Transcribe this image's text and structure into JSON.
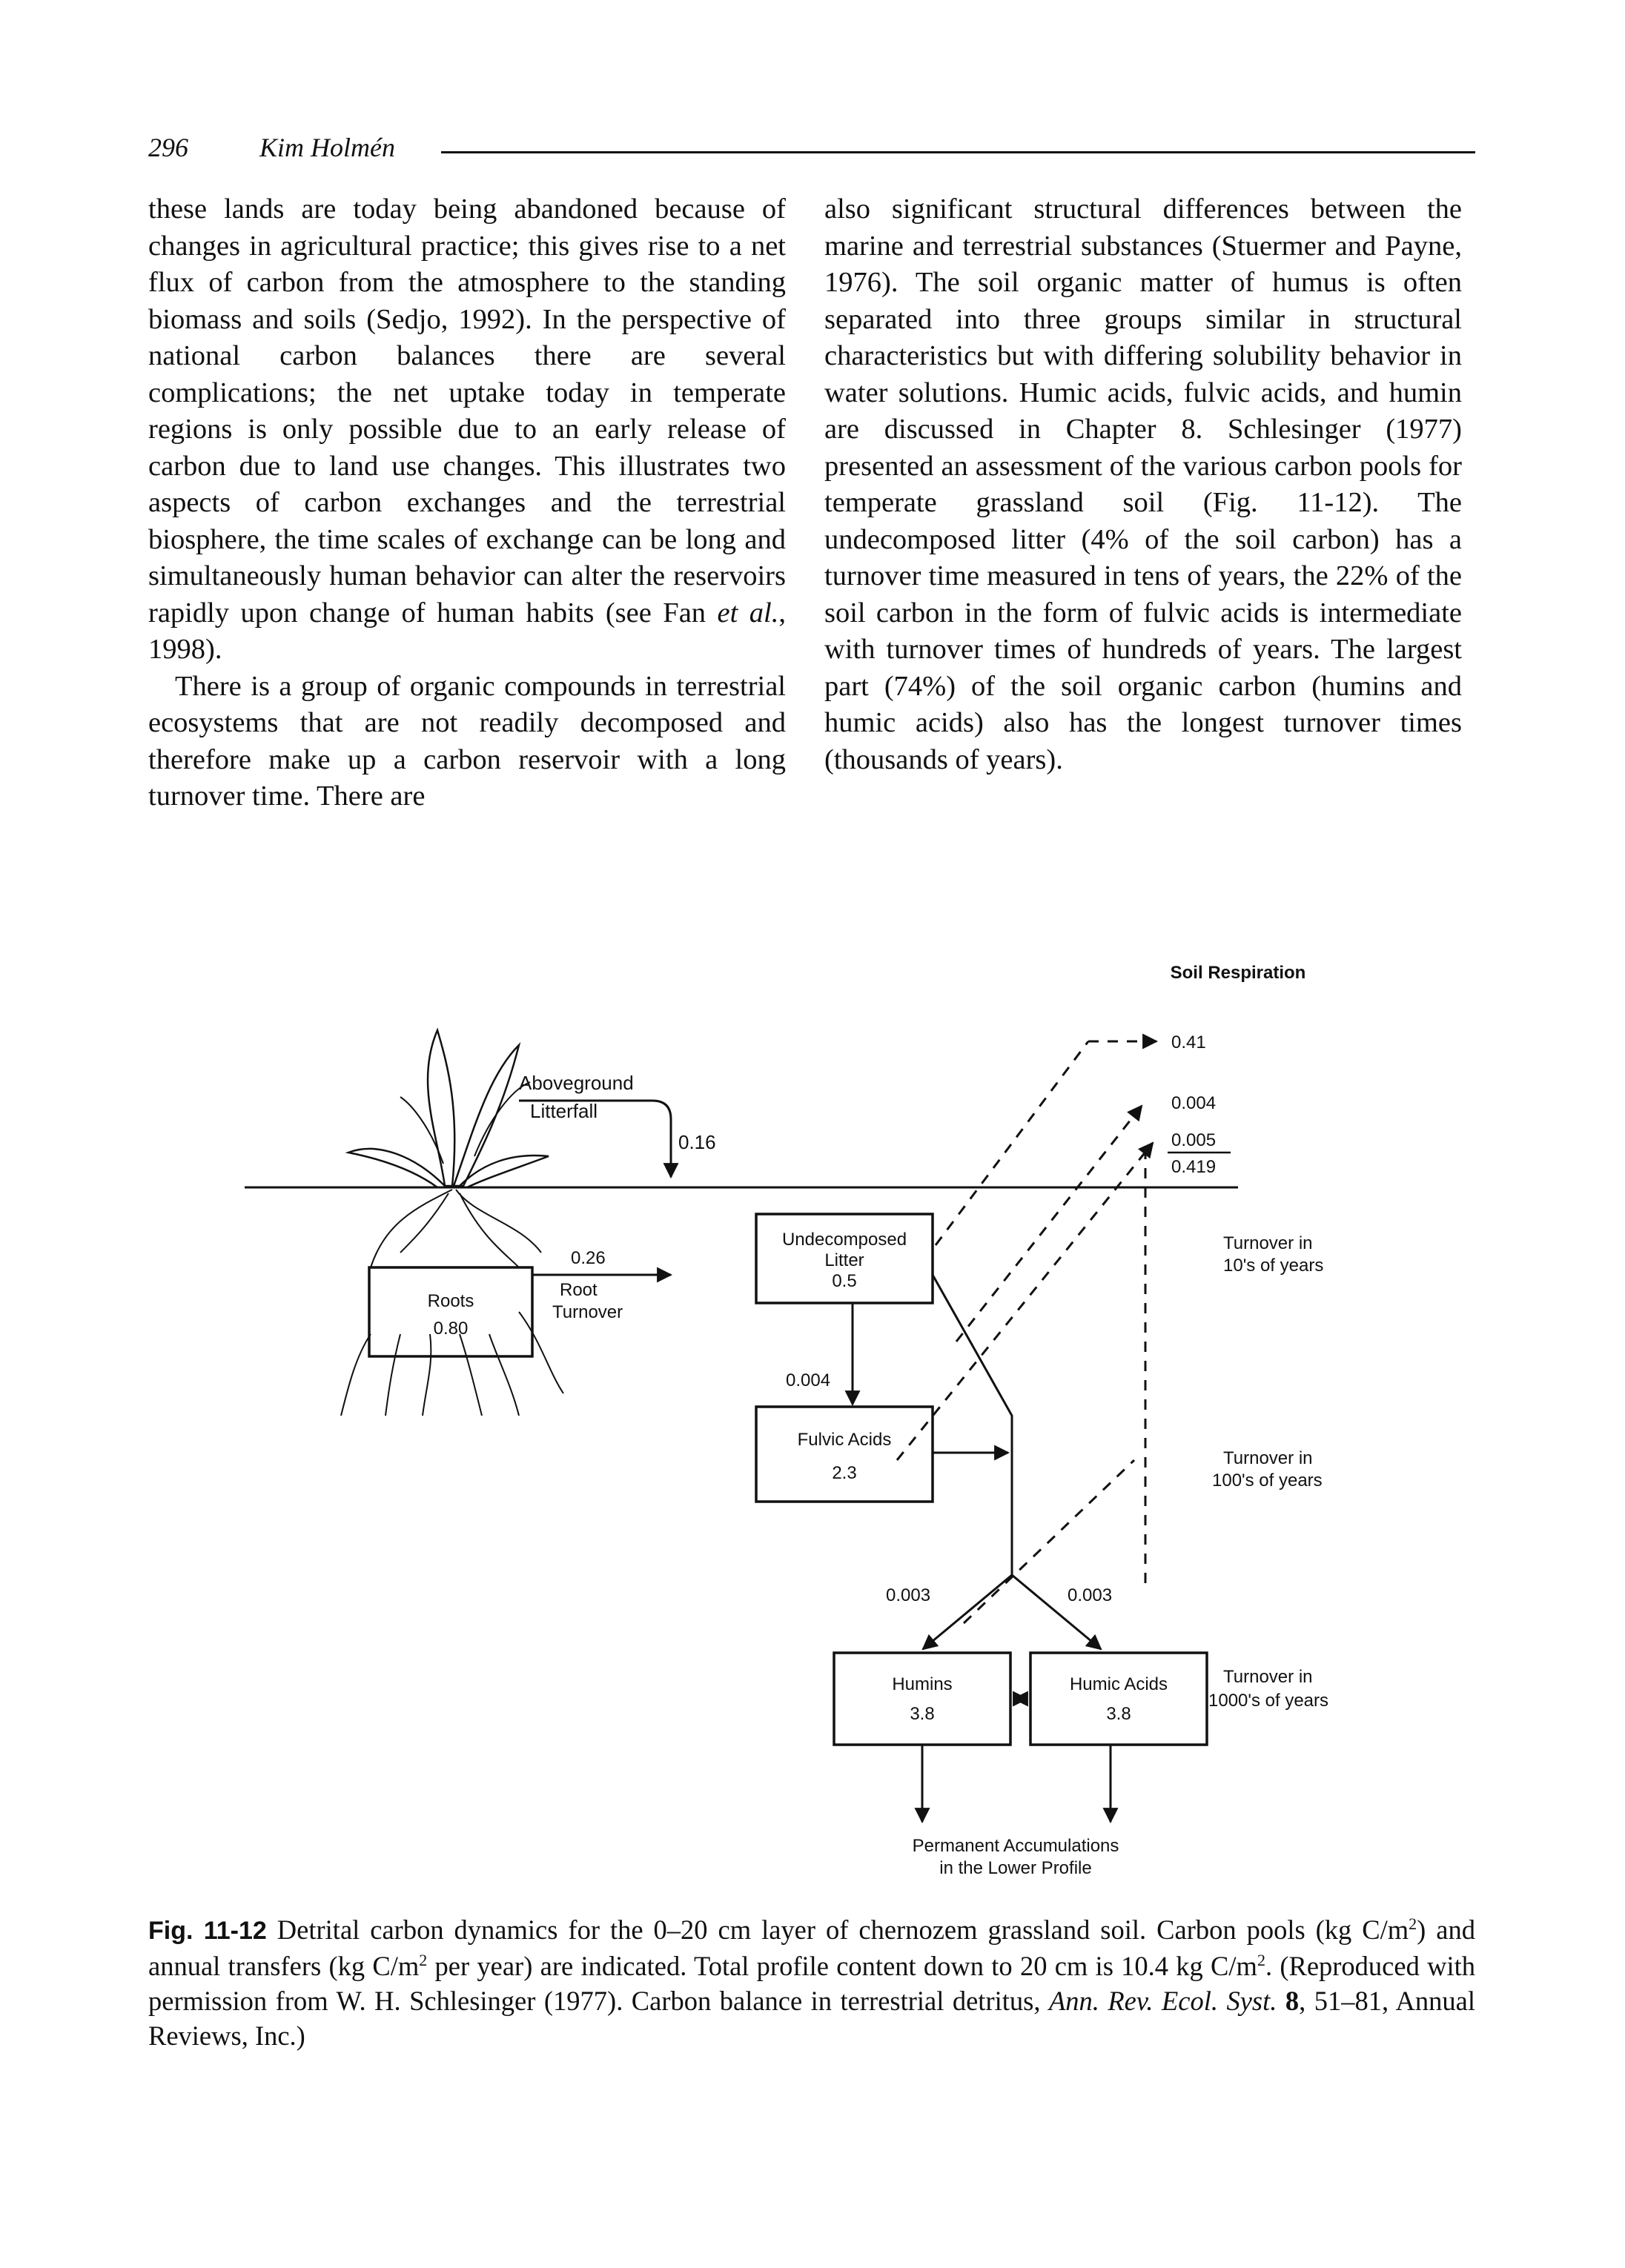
{
  "header": {
    "page_number": "296",
    "author": "Kim Holmén"
  },
  "left_column": {
    "p1": "these lands are today being abandoned because of changes in agricultural practice; this gives rise to a net flux of carbon from the atmosphere to the standing biomass and soils (Sedjo, 1992). In the perspective of national carbon balances there are several complications; the net uptake today in temperate regions is only possible due to an early release of carbon due to land use changes. This illustrates two aspects of carbon exchanges and the terrestrial biosphere, the time scales of exchange can be long and simultaneously human behavior can alter the reservoirs rapidly upon change of human habits (see Fan",
    "p1_etal": "et al.",
    "p1_end": ", 1998).",
    "p2": "There is a group of organic compounds in terrestrial ecosystems that are not readily decomposed and therefore make up a carbon reservoir with a long turnover time. There are"
  },
  "right_column": {
    "p1": "also significant structural differences between the marine and terrestrial substances (Stuermer and Payne, 1976). The soil organic matter of humus is often separated into three groups similar in structural characteristics but with differing solubility behavior in water solutions. Humic acids, fulvic acids, and humin are discussed in Chapter 8. Schlesinger (1977) presented an assessment of the various carbon pools for temperate grassland soil (Fig. 11-12). The undecomposed litter (4% of the soil carbon) has a turnover time measured in tens of years, the 22% of the soil carbon in the form of fulvic acids is intermediate with turnover times of hundreds of years. The largest part (74%) of the soil organic carbon (humins and humic acids) also has the longest turnover times (thousands of years)."
  },
  "figure": {
    "soil_respiration": "Soil Respiration",
    "resp_041": "0.41",
    "resp_0004": "0.004",
    "resp_0005": "0.005",
    "resp_0419": "0.419",
    "aboveground": "Aboveground",
    "litterfall": "Litterfall",
    "litterfall_flux": "0.16",
    "roots_label": "Roots",
    "roots_value": "0.80",
    "root_turnover_flux": "0.26",
    "root_turnover_1": "Root",
    "root_turnover_2": "Turnover",
    "litter_1": "Undecomposed",
    "litter_2": "Litter",
    "litter_value": "0.5",
    "litter_to_fulvic": "0.004",
    "fulvic_label": "Fulvic Acids",
    "fulvic_value": "2.3",
    "to_humins": "0.003",
    "to_humic": "0.003",
    "humins_label": "Humins",
    "humins_value": "3.8",
    "humic_label": "Humic Acids",
    "humic_value": "3.8",
    "turnover_10_1": "Turnover in",
    "turnover_10_2": "10's of years",
    "turnover_100_1": "Turnover in",
    "turnover_100_2": "100's of years",
    "turnover_1000_1": "Turnover in",
    "turnover_1000_2": "1000's of years",
    "permanent_1": "Permanent Accumulations",
    "permanent_2": "in the Lower Profile"
  },
  "caption": {
    "label": "Fig. 11-12",
    "t1": " Detrital carbon dynamics for the 0–20 cm layer of chernozem grassland soil. Carbon pools (kg C/m",
    "sup1": "2",
    "t2": ") and annual transfers (kg C/m",
    "sup2": "2",
    "t3": " per year) are indicated. Total profile content down to 20 cm is 10.4 kg C/m",
    "sup3": "2",
    "t4": ". (Reproduced with permission from W. H. Schlesinger (1977). Carbon balance in terrestrial detritus, ",
    "journal": "Ann. Rev. Ecol. Syst.",
    "volume": " 8",
    "t5": ", 51–81, Annual Reviews, Inc.)"
  }
}
